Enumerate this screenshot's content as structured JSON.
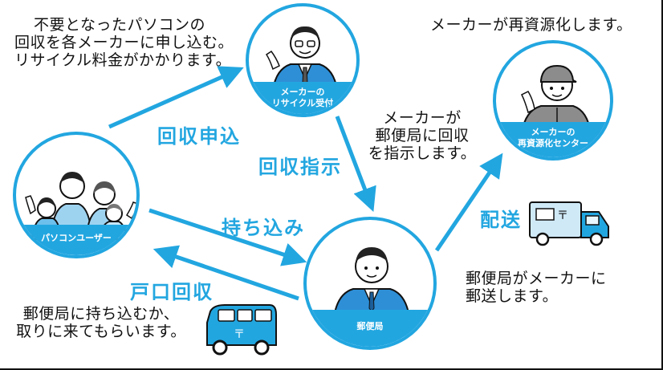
{
  "notes": {
    "user_to_maker": [
      "不要となったパソコンの",
      "回収を各メーカーに申し込む。",
      "リサイクル料金がかかります。"
    ],
    "maker_recycling": [
      "メーカーが再資源化します。"
    ],
    "maker_to_post": [
      "メーカーが",
      "郵便局に回収",
      "を指示します。"
    ],
    "post_to_maker": [
      "郵便局がメーカーに",
      "郵送します。"
    ],
    "user_to_post": [
      "郵便局に持ち込むか、",
      "取りに来てもらいます。"
    ]
  },
  "flows": {
    "apply": "回収申込",
    "instruct": "回収指示",
    "carry_in": "持ち込み",
    "pickup": "戸口回収",
    "delivery": "配送"
  },
  "nodes": {
    "pc_user": [
      "パソコンユーザー"
    ],
    "maker_reception": [
      "メーカーの",
      "リサイクル受付"
    ],
    "recycling_center": [
      "メーカーの",
      "再資源化センター"
    ],
    "post_office": [
      "郵便局"
    ]
  },
  "colors": {
    "accent": "#22a6e0",
    "ink": "#111111",
    "suit": "#2e8fd6",
    "workwear": "#8c8c8c"
  },
  "icons": {
    "post_mark": "〒"
  }
}
